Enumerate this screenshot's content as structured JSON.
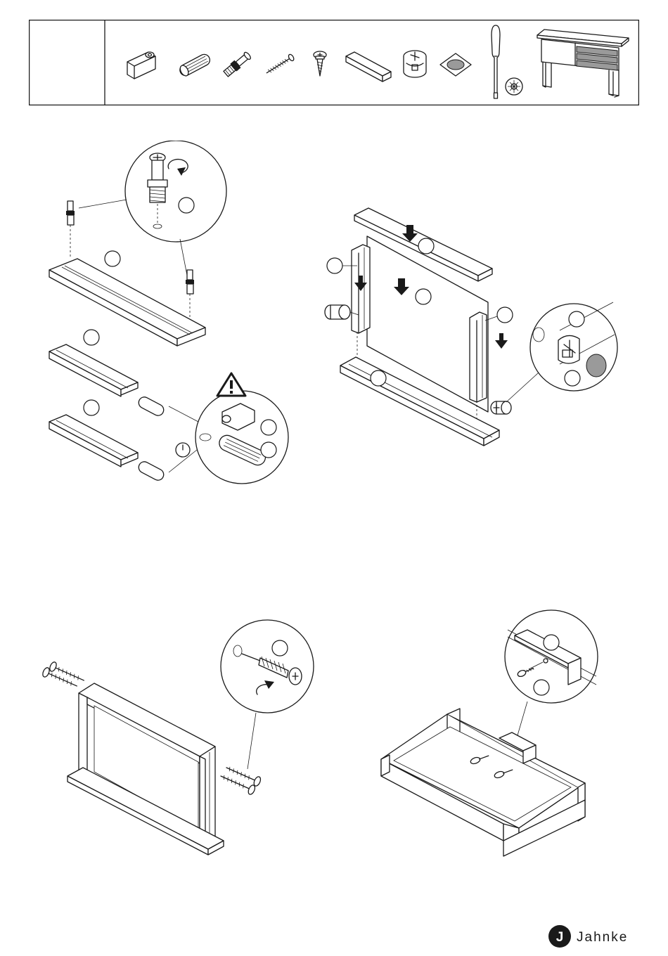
{
  "brand": {
    "name": "Jahnke",
    "wordmark": "Jahnke",
    "monogram": "J"
  },
  "hardware_box": {
    "parts": [
      {
        "name": "connector-bolt-housing"
      },
      {
        "name": "wooden-dowel"
      },
      {
        "name": "cam-bolt"
      },
      {
        "name": "long-wood-screw"
      },
      {
        "name": "short-pan-head-screw"
      },
      {
        "name": "metal-angle-bracket"
      },
      {
        "name": "cam-lock"
      },
      {
        "name": "felt-pad"
      }
    ],
    "tools": [
      "phillips-screwdriver-icon",
      "phillips-head-icon"
    ],
    "product": "desk-with-three-drawers-icon"
  },
  "colors": {
    "line": "#1a1a1a",
    "grey_fill": "#9a9a9a",
    "paper": "#ffffff"
  },
  "steps": [
    {
      "id": "step-1",
      "content": "install-cam-bolts-and-dowels",
      "warning_icon": "warning-triangle-icon",
      "timer_icon": "clock-icon"
    },
    {
      "id": "step-2",
      "content": "assemble-frame-with-cam-locks"
    },
    {
      "id": "step-3",
      "content": "screw-side-panels"
    },
    {
      "id": "step-4",
      "content": "mount-drawer-bracket"
    }
  ]
}
